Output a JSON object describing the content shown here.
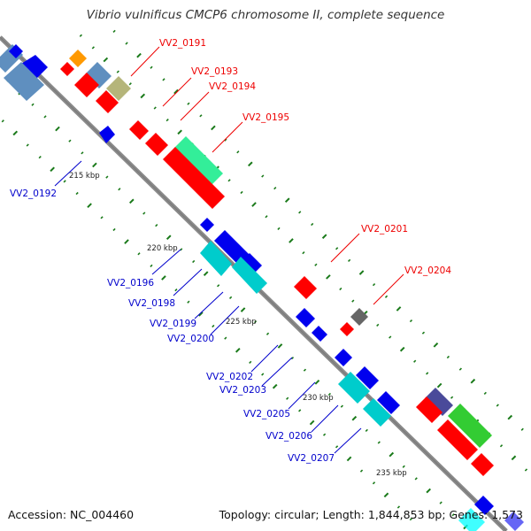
{
  "title": "Vibrio vulnificus CMCP6 chromosome II, complete sequence",
  "accession": "Accession: NC_004460",
  "summary": "Topology: circular; Length: 1,844,853 bp; Genes: 1,573",
  "colors": {
    "backbone": "#8a8a8a",
    "ticks": "#1a7a1a",
    "red": "#ff0000",
    "blue": "#0000ee",
    "cyan": "#00cccc",
    "steel": "#5f8fbf",
    "olive": "#b5b57a",
    "orange": "#ff9900",
    "teal": "#33ee99",
    "green": "#33cc33",
    "gray": "#666666",
    "indigo": "#4a4a9a",
    "label_red": "#ee0000",
    "label_blue": "#0000cc"
  },
  "scale_labels": [
    "215 kbp",
    "220 kbp",
    "225 kbp",
    "230 kbp",
    "235 kbp"
  ],
  "gene_labels_red": [
    "VV2_0191",
    "VV2_0193",
    "VV2_0194",
    "VV2_0195",
    "VV2_0201",
    "VV2_0204"
  ],
  "gene_labels_blue": [
    "VV2_0192",
    "VV2_0196",
    "VV2_0198",
    "VV2_0199",
    "VV2_0200",
    "VV2_0202",
    "VV2_0203",
    "VV2_0205",
    "VV2_0206",
    "VV2_0207"
  ]
}
